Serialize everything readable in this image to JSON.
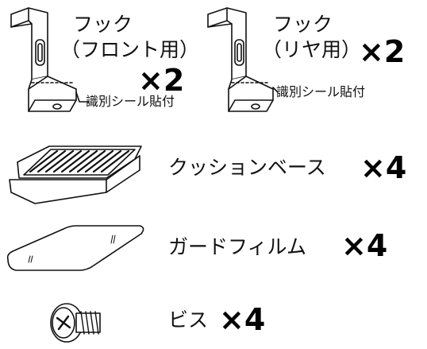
{
  "front_hook": {
    "label": "フック",
    "sublabel": "（フロント用）",
    "quantity": "×2",
    "sticker_note": "識別シール貼付",
    "icon": "front-hook-bracket"
  },
  "rear_hook": {
    "label": "フック",
    "sublabel": "（リヤ用）",
    "quantity": "×2",
    "sticker_note": "識別シール貼付",
    "icon": "rear-hook-bracket"
  },
  "cushion_base": {
    "label": "クッションベース",
    "quantity": "×4",
    "icon": "cushion-base"
  },
  "guard_film": {
    "label": "ガードフィルム",
    "quantity": "×4",
    "icon": "guard-film"
  },
  "screw": {
    "label": "ビス",
    "quantity": "×4",
    "icon": "phillips-screw"
  }
}
